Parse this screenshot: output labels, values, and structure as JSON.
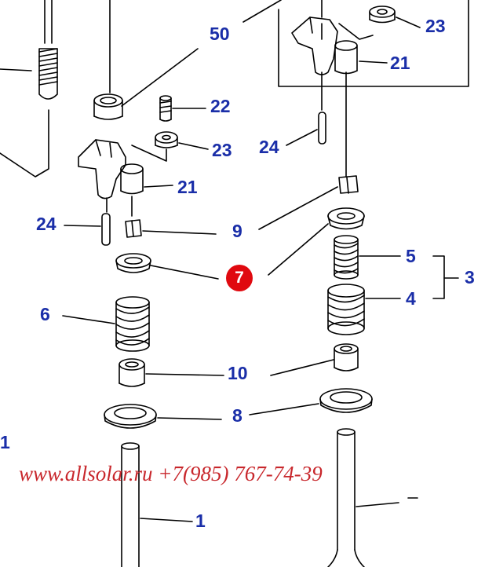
{
  "colors": {
    "line": "#000000",
    "callout_text": "#1a2ea8",
    "highlight_badge": "#e0090f",
    "badge_text": "#ffffff",
    "watermark": "#c8272c"
  },
  "callouts": {
    "c50": "50",
    "c23_top": "23",
    "c21_top": "21",
    "c22": "22",
    "c23_mid": "23",
    "c24_right": "24",
    "c21_mid": "21",
    "c24_left": "24",
    "c9": "9",
    "c7": "7",
    "c5": "5",
    "c3": "3",
    "c4": "4",
    "c6": "6",
    "c10": "10",
    "c8": "8",
    "c1_edge": "1",
    "c1_bottom": "1"
  },
  "watermark": "www.allsolar.ru +7(985) 767-74-39"
}
